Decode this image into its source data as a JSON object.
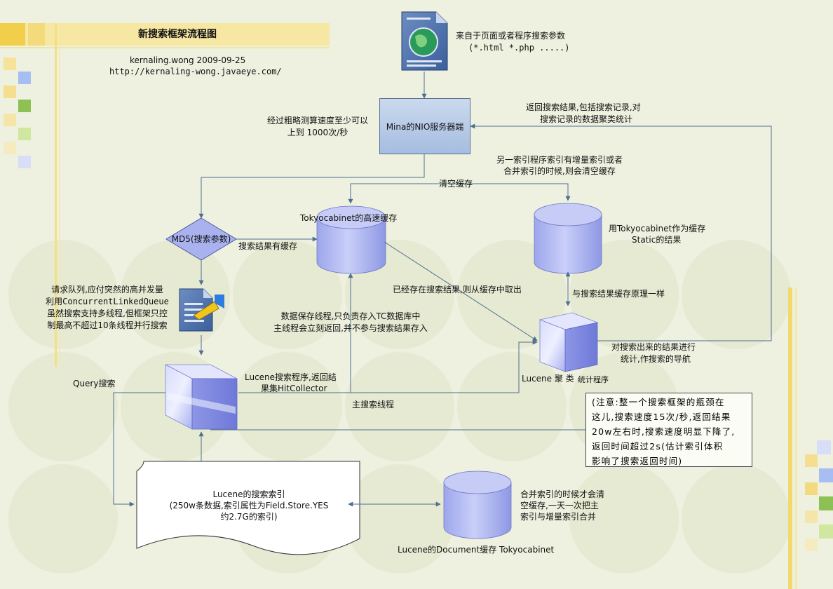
{
  "header": {
    "title": "新搜索框架流程图",
    "author_date": "kernaling.wong  2009-09-25",
    "url": "http://kernaling-wong.javaeye.com/"
  },
  "source": {
    "line1": "来自于页面或者程序搜索参数",
    "line2": "(*.html  *.php .....)"
  },
  "server": {
    "label": "Mina的NIO服务器端",
    "speed_line1": "经过粗略测算速度至少可以",
    "speed_line2": "上到  1000次/秒"
  },
  "return_result": {
    "line1": "返回搜索结果,包括搜索记录,对",
    "line2": "搜索记录的数据聚类统计"
  },
  "clear_note": {
    "line1": "另一索引程序索引有增量索引或者",
    "line2": "合并索引的时候,则会清空缓存"
  },
  "clear_cache": "清空缓存",
  "md5": "MD5(搜索参数)",
  "cache_hit": "搜索结果有缓存",
  "tc_cache": "Tokyocabinet的高速缓存",
  "static_cache": {
    "line1": "用Tokyocabinet作为缓存",
    "line2": "Static的结果"
  },
  "queue_note": {
    "line1": "请求队列,应付突然的高并发量",
    "line2": "利用ConcurrentLinkedQueue",
    "line3": "虽然搜索支持多线程,但框架只控",
    "line4": "制最高不超过10条线程并行搜索"
  },
  "cached_fetch": "已经存在搜索结果,则从缓存中取出",
  "same_principle": "与搜索结果缓存原理一样",
  "save_thread": {
    "line1": "数据保存线程,只负责存入TC数据库中",
    "line2": "主线程会立刻返回,并不参与搜索结果存入"
  },
  "cluster": {
    "line1": "对搜索出来的结果进行",
    "line2": "统计,作搜索的导航",
    "label_a": "Lucene 聚 类",
    "label_b": "统计程序"
  },
  "query": "Query搜索",
  "lucene_search": {
    "line1": "Lucene搜索程序,返回结",
    "line2": "果集HitCollector"
  },
  "main_thread": "主搜索线程",
  "bottleneck": {
    "line1": "(注意:整一个搜索框架的瓶颈在",
    "line2": "这儿,搜索速度15次/秒,返回结果",
    "line3": "20w左右时,搜索速度明显下降了,",
    "line4": "返回时间超过2s(估计索引体积",
    "line5": "影响了搜索返回时间)"
  },
  "index": {
    "line1": "Lucene的搜索索引",
    "line2": "(250w条数据,索引属性为Field.Store.YES",
    "line3": "约2.7G的索引)"
  },
  "merge_note": {
    "line1": "合并索引的时候才会清",
    "line2": "空缓存,一天一次把主",
    "line3": "索引与增量索引合并"
  },
  "doc_cache": "Lucene的Document缓存  Tokyocabinet",
  "colors": {
    "background": "#eef1df",
    "connector": "#4f6f8f",
    "cylinder": "#b5bdf2",
    "server_fill": "#b4c8e8",
    "accent_yellow": "#f5dc7a",
    "accent_blue": "#a8c0ee",
    "accent_green": "#a6c96a"
  }
}
